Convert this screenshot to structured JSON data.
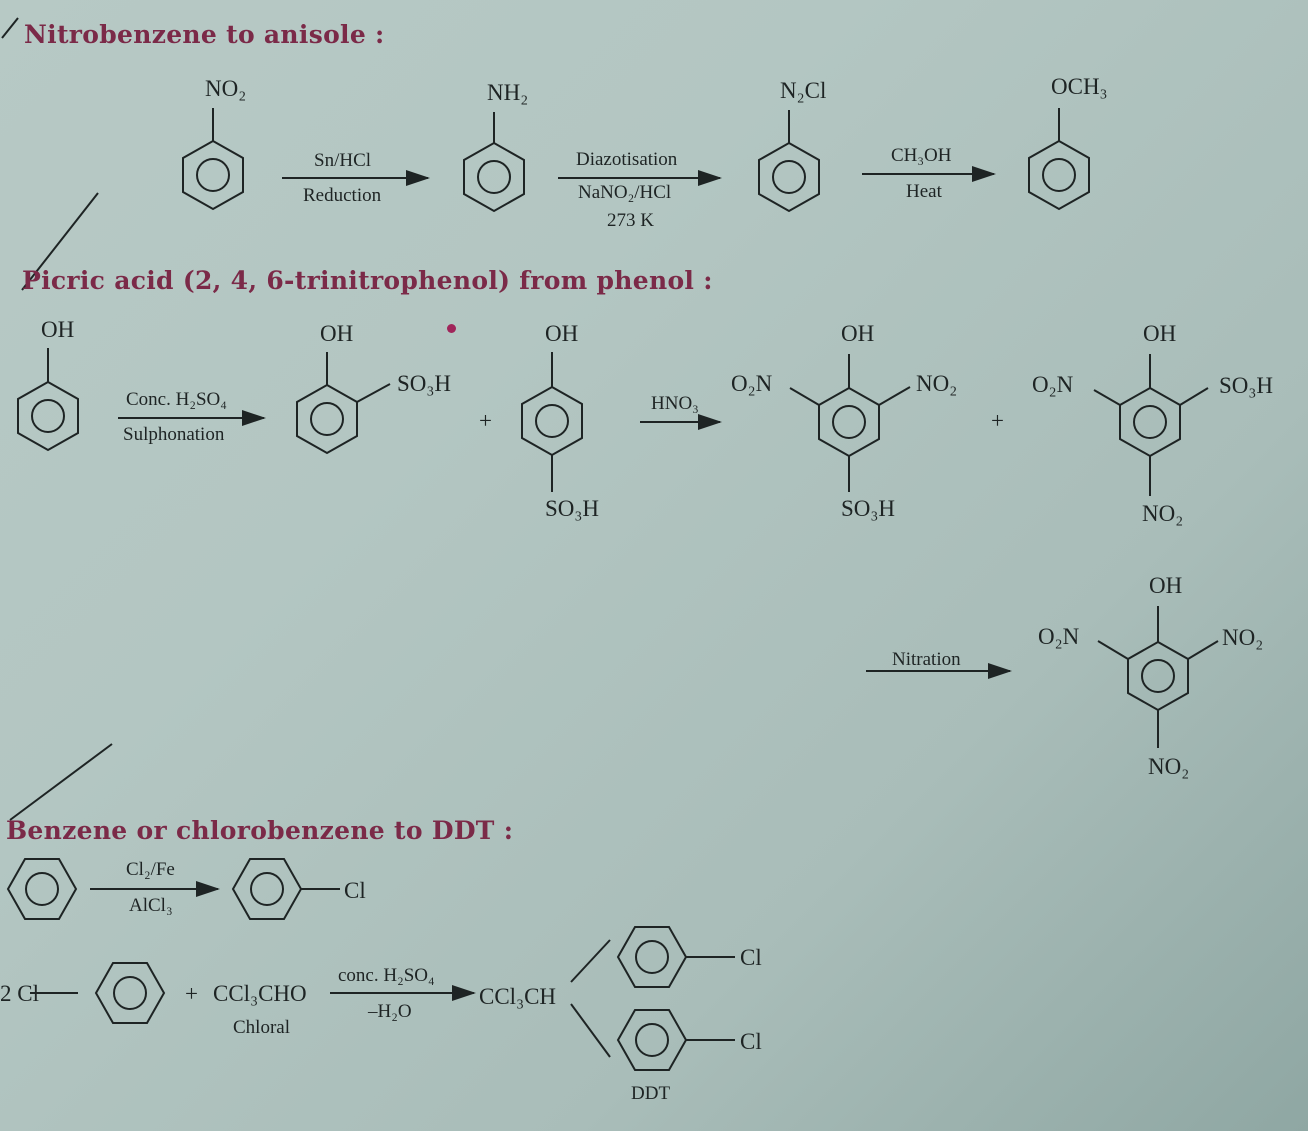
{
  "sections": [
    {
      "title": "Nitrobenzene to anisole :",
      "steps": [
        {
          "compound": "NO2",
          "substituent_label": "NO₂"
        },
        {
          "reagent_above": "Sn/HCl",
          "reagent_below": "Reduction"
        },
        {
          "compound": "NH2",
          "substituent_label": "NH₂"
        },
        {
          "reagent_above": "Diazotisation",
          "reagent_below": "NaNO₂/HCl",
          "reagent_below2": "273 K"
        },
        {
          "compound": "N2Cl",
          "substituent_label": "N₂Cl"
        },
        {
          "reagent_above": "CH₃OH",
          "reagent_below": "Heat"
        },
        {
          "compound": "OCH3",
          "substituent_label": "OCH₃"
        }
      ]
    },
    {
      "title": "Picric acid (2, 4, 6-trinitrophenol) from phenol :",
      "phenol_label": "OH",
      "sulphonation": {
        "reagent_above": "Conc. H₂SO₄",
        "reagent_below": "Sulphonation"
      },
      "ortho_product": {
        "top": "OH",
        "side": "SO₃H"
      },
      "plus": "+",
      "para_product": {
        "top": "OH",
        "bottom": "SO₃H"
      },
      "nitration1": {
        "reagent_above": "HNO₃"
      },
      "product_a": {
        "top": "OH",
        "left": "O₂N",
        "right": "NO₂",
        "bottom": "SO₃H"
      },
      "product_b": {
        "top": "OH",
        "left": "O₂N",
        "right": "SO₃H",
        "bottom": "NO₂"
      },
      "nitration2": {
        "reagent_above": "Nitration"
      },
      "picric_acid": {
        "top": "OH",
        "left": "O₂N",
        "right": "NO₂",
        "bottom": "NO₂"
      }
    },
    {
      "title": "Benzene or chlorobenzene to DDT :",
      "step1": {
        "reagent_above": "Cl₂/Fe",
        "reagent_below": "AlCl₃",
        "product_sub": "Cl"
      },
      "step2": {
        "reactant_prefix": "2 Cl",
        "plus": "+",
        "chloral_formula": "CCl₃CHO",
        "chloral_name": "Chloral",
        "reagent_above": "conc. H₂SO₄",
        "reagent_below": "–H₂O",
        "product_core": "CCl₃CH",
        "cl_top": "Cl",
        "cl_bottom": "Cl",
        "product_name": "DDT"
      }
    }
  ],
  "colors": {
    "heading": "#7b2a48",
    "background": "#b5c7c3",
    "ink": "#1e2424",
    "red_dot": "#a0255a"
  }
}
